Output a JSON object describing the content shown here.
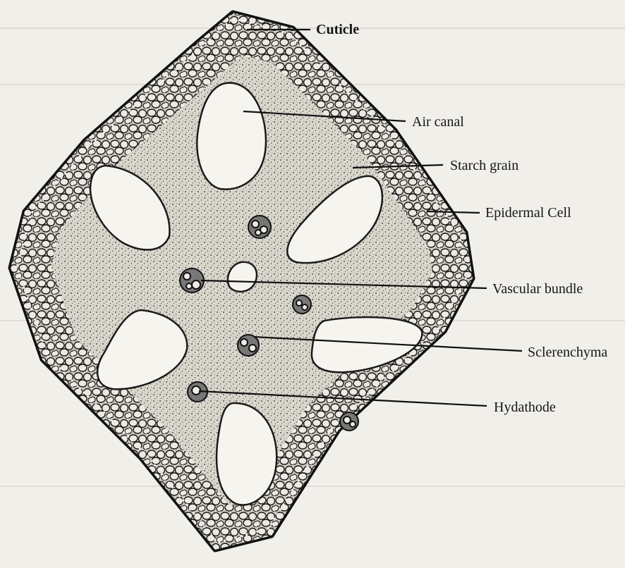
{
  "figure": {
    "labels": {
      "cuticle": "Cuticle",
      "air_canal": "Air canal",
      "starch_grain": "Starch grain",
      "epidermal_cell": "Epidermal Cell",
      "vascular_bundle": "Vascular bundle",
      "sclerenchyma": "Sclerenchyma",
      "hydathode": "Hydathode"
    }
  },
  "colors": {
    "paper": "#f1efe9",
    "ink": "#151515",
    "tissue": "#d9d6cc",
    "canal": "#f6f4ee"
  }
}
